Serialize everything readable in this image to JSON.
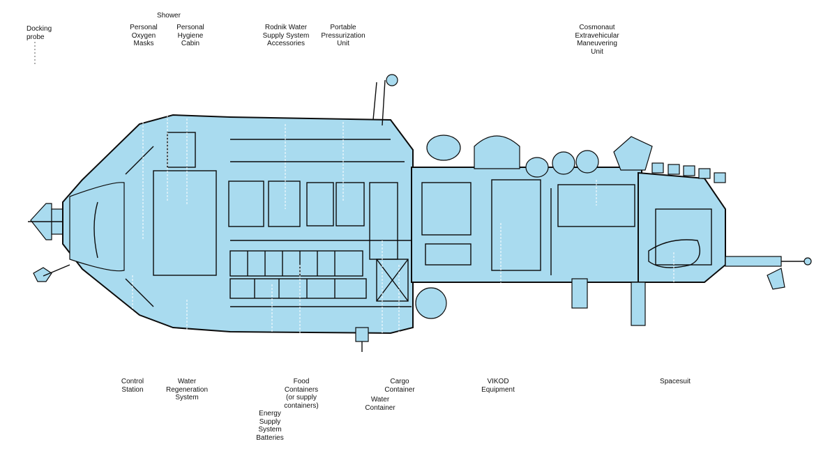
{
  "labels": {
    "docking_probe": "Docking\nprobe",
    "shower": "Shower",
    "personal_oxygen_masks": "Personal\nOxygen\nMasks",
    "personal_hygiene_cabin": "Personal\nHygiene\nCabin",
    "rodnik": "Rodnik Water\nSupply System\nAccessories",
    "portable_pressurization": "Portable\nPressurization\nUnit",
    "cosmonaut_emu": "Cosmonaut\nExtravehicular\nManeuvering\nUnit",
    "control_station": "Control\nStation",
    "water_regeneration": "Water\nRegeneration\nSystem",
    "food_containers": "Food\nContainers\n(or supply\ncontainers)",
    "energy_supply": "Energy\nSupply\nSystem\nBatteries",
    "water_container": "Water\nContainer",
    "cargo_container": "Cargo\nContainer",
    "vikod": "VIKOD\nEquipment",
    "spacesuit": "Spacesuit"
  },
  "colors": {
    "hull_fill": "#a9dbef",
    "ink": "#0b0b0b",
    "leader": "#ffffff"
  }
}
